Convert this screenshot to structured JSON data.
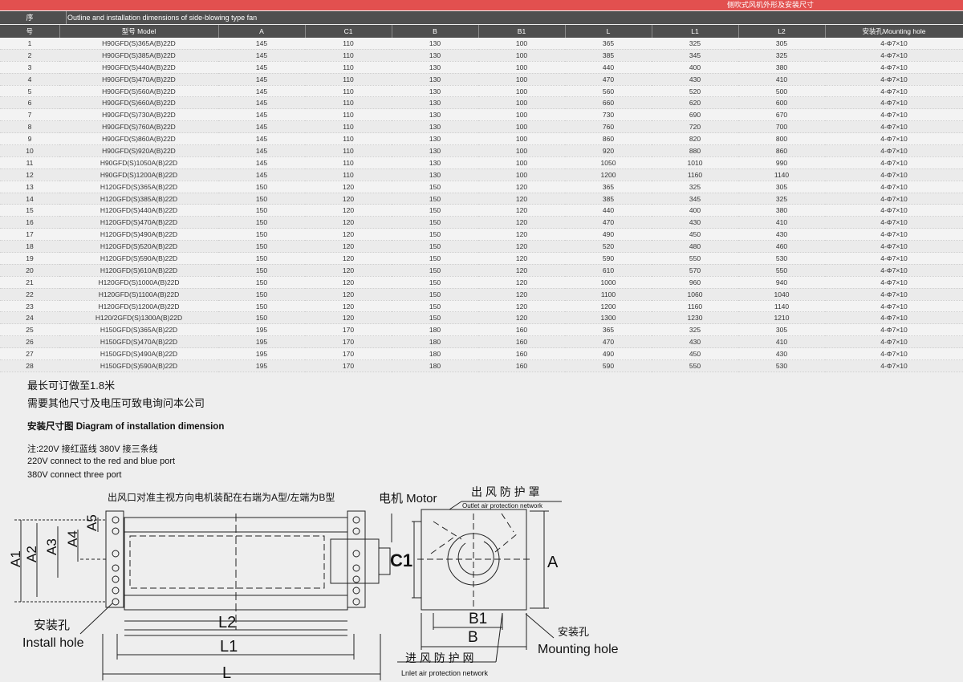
{
  "topbar": {
    "title": "侧吹式风机外形及安装尺寸"
  },
  "table_caption": {
    "seq": "序",
    "text": "Outline and installation dimensions of side-blowing type fan"
  },
  "columns": [
    "号",
    "型号 Model",
    "A",
    "C1",
    "B",
    "B1",
    "L",
    "L1",
    "L2",
    "安装孔Mounting hole"
  ],
  "rows": [
    [
      "1",
      "H90GFD(S)365A(B)22D",
      "145",
      "110",
      "130",
      "100",
      "365",
      "325",
      "305",
      "4-Φ7×10"
    ],
    [
      "2",
      "H90GFD(S)385A(B)22D",
      "145",
      "110",
      "130",
      "100",
      "385",
      "345",
      "325",
      "4-Φ7×10"
    ],
    [
      "3",
      "H90GFD(S)440A(B)22D",
      "145",
      "110",
      "130",
      "100",
      "440",
      "400",
      "380",
      "4-Φ7×10"
    ],
    [
      "4",
      "H90GFD(S)470A(B)22D",
      "145",
      "110",
      "130",
      "100",
      "470",
      "430",
      "410",
      "4-Φ7×10"
    ],
    [
      "5",
      "H90GFD(S)560A(B)22D",
      "145",
      "110",
      "130",
      "100",
      "560",
      "520",
      "500",
      "4-Φ7×10"
    ],
    [
      "6",
      "H90GFD(S)660A(B)22D",
      "145",
      "110",
      "130",
      "100",
      "660",
      "620",
      "600",
      "4-Φ7×10"
    ],
    [
      "7",
      "H90GFD(S)730A(B)22D",
      "145",
      "110",
      "130",
      "100",
      "730",
      "690",
      "670",
      "4-Φ7×10"
    ],
    [
      "8",
      "H90GFD(S)760A(B)22D",
      "145",
      "110",
      "130",
      "100",
      "760",
      "720",
      "700",
      "4-Φ7×10"
    ],
    [
      "9",
      "H90GFD(S)860A(B)22D",
      "145",
      "110",
      "130",
      "100",
      "860",
      "820",
      "800",
      "4-Φ7×10"
    ],
    [
      "10",
      "H90GFD(S)920A(B)22D",
      "145",
      "110",
      "130",
      "100",
      "920",
      "880",
      "860",
      "4-Φ7×10"
    ],
    [
      "11",
      "H90GFD(S)1050A(B)22D",
      "145",
      "110",
      "130",
      "100",
      "1050",
      "1010",
      "990",
      "4-Φ7×10"
    ],
    [
      "12",
      "H90GFD(S)1200A(B)22D",
      "145",
      "110",
      "130",
      "100",
      "1200",
      "1160",
      "1140",
      "4-Φ7×10"
    ],
    [
      "13",
      "H120GFD(S)365A(B)22D",
      "150",
      "120",
      "150",
      "120",
      "365",
      "325",
      "305",
      "4-Φ7×10"
    ],
    [
      "14",
      "H120GFD(S)385A(B)22D",
      "150",
      "120",
      "150",
      "120",
      "385",
      "345",
      "325",
      "4-Φ7×10"
    ],
    [
      "15",
      "H120GFD(S)440A(B)22D",
      "150",
      "120",
      "150",
      "120",
      "440",
      "400",
      "380",
      "4-Φ7×10"
    ],
    [
      "16",
      "H120GFD(S)470A(B)22D",
      "150",
      "120",
      "150",
      "120",
      "470",
      "430",
      "410",
      "4-Φ7×10"
    ],
    [
      "17",
      "H120GFD(S)490A(B)22D",
      "150",
      "120",
      "150",
      "120",
      "490",
      "450",
      "430",
      "4-Φ7×10"
    ],
    [
      "18",
      "H120GFD(S)520A(B)22D",
      "150",
      "120",
      "150",
      "120",
      "520",
      "480",
      "460",
      "4-Φ7×10"
    ],
    [
      "19",
      "H120GFD(S)590A(B)22D",
      "150",
      "120",
      "150",
      "120",
      "590",
      "550",
      "530",
      "4-Φ7×10"
    ],
    [
      "20",
      "H120GFD(S)610A(B)22D",
      "150",
      "120",
      "150",
      "120",
      "610",
      "570",
      "550",
      "4-Φ7×10"
    ],
    [
      "21",
      "H120GFD(S)1000A(B)22D",
      "150",
      "120",
      "150",
      "120",
      "1000",
      "960",
      "940",
      "4-Φ7×10"
    ],
    [
      "22",
      "H120GFD(S)1100A(B)22D",
      "150",
      "120",
      "150",
      "120",
      "1100",
      "1060",
      "1040",
      "4-Φ7×10"
    ],
    [
      "23",
      "H120GFD(S)1200A(B)22D",
      "150",
      "120",
      "150",
      "120",
      "1200",
      "1160",
      "1140",
      "4-Φ7×10"
    ],
    [
      "24",
      "H120/2GFD(S)1300A(B)22D",
      "150",
      "120",
      "150",
      "120",
      "1300",
      "1230",
      "1210",
      "4-Φ7×10"
    ],
    [
      "25",
      "H150GFD(S)365A(B)22D",
      "195",
      "170",
      "180",
      "160",
      "365",
      "325",
      "305",
      "4-Φ7×10"
    ],
    [
      "26",
      "H150GFD(S)470A(B)22D",
      "195",
      "170",
      "180",
      "160",
      "470",
      "430",
      "410",
      "4-Φ7×10"
    ],
    [
      "27",
      "H150GFD(S)490A(B)22D",
      "195",
      "170",
      "180",
      "160",
      "490",
      "450",
      "430",
      "4-Φ7×10"
    ],
    [
      "28",
      "H150GFD(S)590A(B)22D",
      "195",
      "170",
      "180",
      "160",
      "590",
      "550",
      "530",
      "4-Φ7×10"
    ]
  ],
  "notes": {
    "line1": "最长可订做至1.8米",
    "line2": "需要其他尺寸及电压可致电询问本公司",
    "diagram_title": "安装尺寸图 Diagram of installation dimension",
    "wiring_cn": "注:220V 接红蓝线   380V 接三条线",
    "wiring_en1": "220V connect to the red and blue port",
    "wiring_en2": "380V connect three port"
  },
  "diagram": {
    "orientation_note": "出风口对准主视方向电机装配在右端为A型/左端为B型",
    "motor": "电机 Motor",
    "outlet_cn": "出 风 防 护 罩",
    "outlet_en": "Outlet air protection network",
    "install_hole_cn": "安装孔",
    "install_hole_en": "Install hole",
    "mounting_hole_cn": "安装孔",
    "mounting_hole_en": "Mounting hole",
    "inlet_cn": "进 风 防 护 网",
    "inlet_en": "Lnlet air protection network",
    "dims": {
      "A1": "A1",
      "A2": "A2",
      "A3": "A3",
      "A4": "A4",
      "A5": "A5",
      "L": "L",
      "L1": "L1",
      "L2": "L2",
      "C1": "C1",
      "A": "A",
      "B": "B",
      "B1": "B1"
    }
  },
  "colors": {
    "accent_bar": "#e2504f",
    "header_bg": "#4f4f4f"
  }
}
